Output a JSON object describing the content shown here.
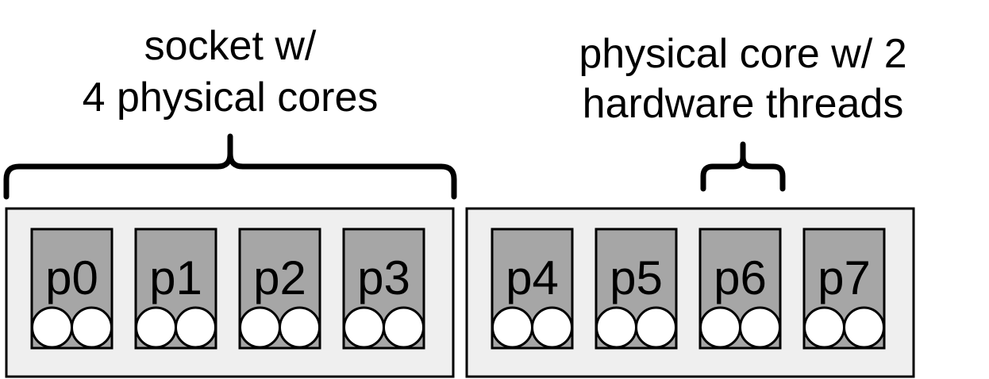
{
  "labels": {
    "socket_line1": "socket w/",
    "socket_line2": "4 physical cores",
    "core_line1": "physical core w/ 2",
    "core_line2": "hardware threads"
  },
  "sockets": [
    {
      "cores": [
        "p0",
        "p1",
        "p2",
        "p3"
      ]
    },
    {
      "cores": [
        "p4",
        "p5",
        "p6",
        "p7"
      ]
    }
  ],
  "threads_per_core": 2,
  "colors": {
    "socket_fill": "#efefef",
    "core_fill": "#a6a6a6",
    "thread_fill": "#ffffff",
    "stroke": "#000000"
  }
}
